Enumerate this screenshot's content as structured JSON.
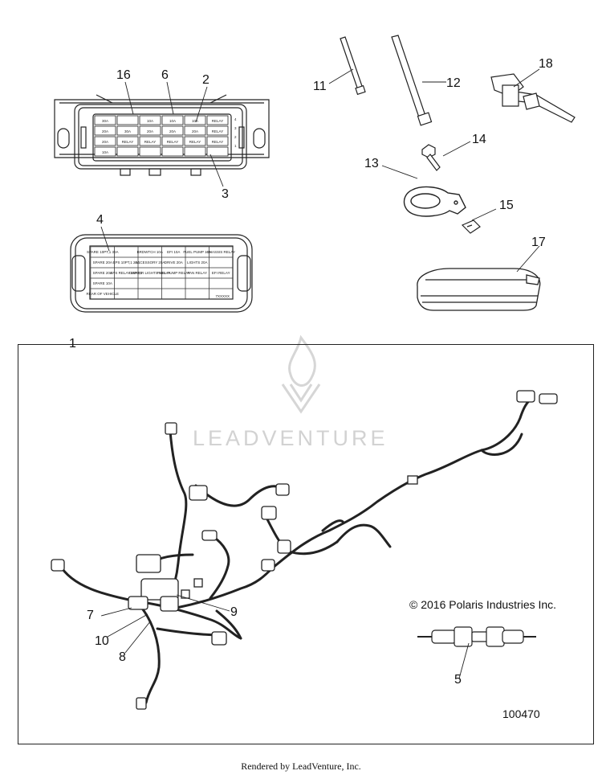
{
  "callouts": {
    "c1": "1",
    "c2": "2",
    "c3": "3",
    "c4": "4",
    "c5": "5",
    "c6": "6",
    "c7": "7",
    "c8": "8",
    "c9": "9",
    "c10": "10",
    "c11": "11",
    "c12": "12",
    "c13": "13",
    "c14": "14",
    "c15": "15",
    "c16": "16",
    "c17": "17",
    "c18": "18"
  },
  "copyright": "© 2016 Polaris Industries Inc.",
  "figure_id": "100470",
  "watermark": "LEADVENTURE",
  "footer": "Rendered by LeadVenture, Inc.",
  "fuse_box": {
    "rows": [
      [
        "30A",
        "",
        "10A",
        "10A",
        "10A",
        "RELAY"
      ],
      [
        "20A",
        "30A",
        "20A",
        "20A",
        "20A",
        "RELAY"
      ],
      [
        "20A",
        "RELAY",
        "RELAY",
        "RELAY",
        "RELAY",
        "RELAY"
      ],
      [
        "10A",
        "",
        "",
        "",
        "",
        ""
      ]
    ],
    "side_numbers": [
      "4",
      "3",
      "2",
      "1"
    ]
  },
  "fuse_label": {
    "cells": [
      [
        "SPARE 10PT,1 30A",
        "",
        "BRDWTCH 10A",
        "EFI 10A",
        "FUEL PUMP 10A",
        "CHASSIS RELAY"
      ],
      [
        "SPARE 20A",
        "EPS 10PT,1 20A",
        "ACCESSORY 20A",
        "DRIVE 20A",
        "LIGHTS 20A",
        ""
      ],
      [
        "SPARE 20A",
        "EPS RELAY 10PT,1",
        "DIMMER LIGHTS RELAY",
        "FUEL PUMP RELAY",
        "FAN RELAY",
        "EFI RELAY"
      ],
      [
        "SPARE 10A",
        "",
        "",
        "",
        "",
        ""
      ],
      [
        "REAR OF VEHICLE",
        "",
        "",
        "",
        "",
        ""
      ]
    ],
    "part_no": "7XXXXX"
  }
}
